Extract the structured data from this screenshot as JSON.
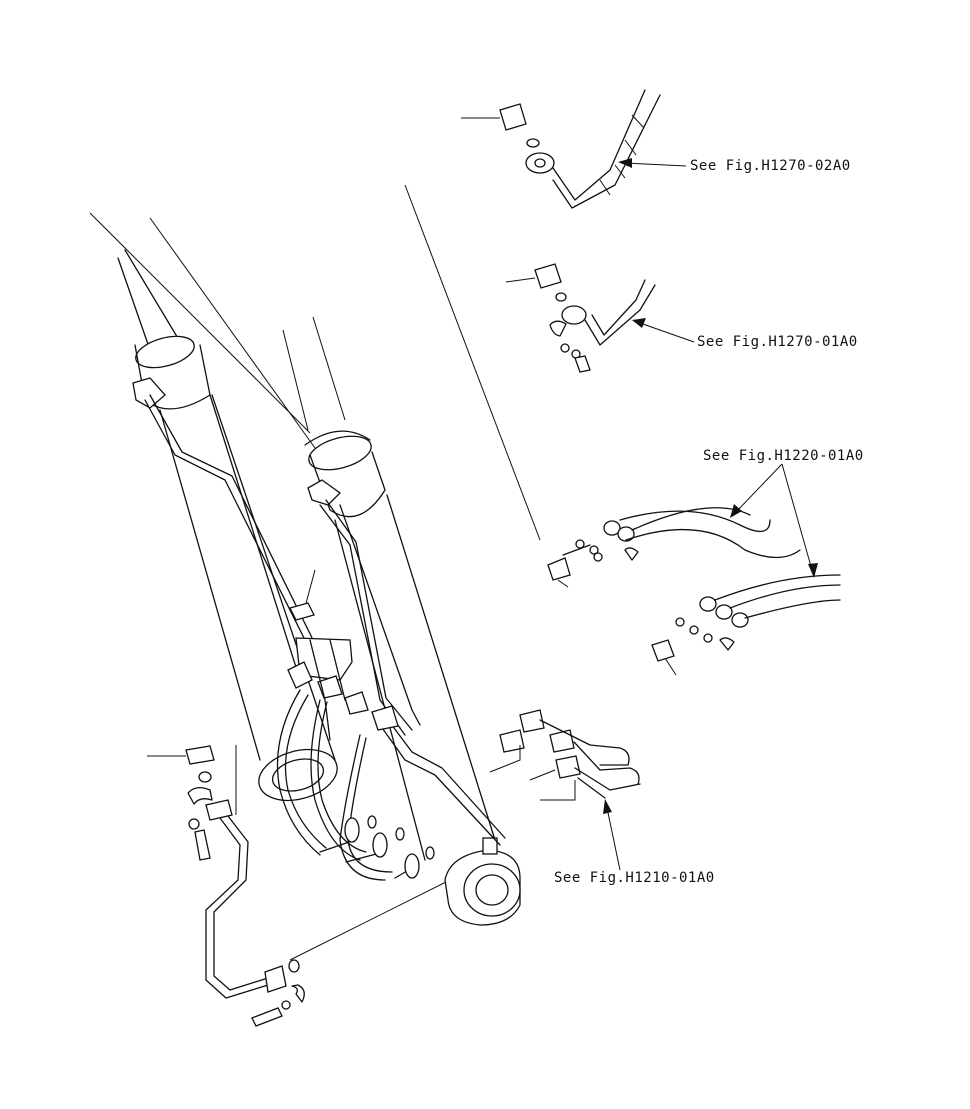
{
  "callouts": [
    {
      "id": "h1270-02a0",
      "text": "See Fig.H1270-02A0"
    },
    {
      "id": "h1270-01a0",
      "text": "See Fig.H1270-01A0"
    },
    {
      "id": "h1220-01a0",
      "text": "See Fig.H1220-01A0"
    },
    {
      "id": "h1210-01a0",
      "text": "See Fig.H1210-01A0"
    }
  ]
}
